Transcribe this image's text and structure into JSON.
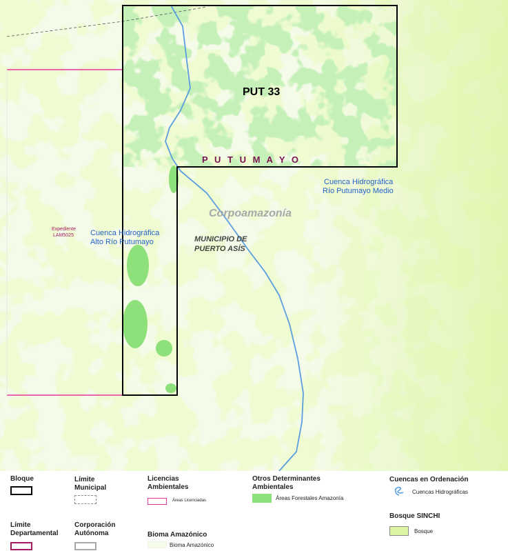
{
  "map": {
    "block_label": "PUT 33",
    "department_label": "P U T U M A Y O",
    "corporation_label": "Corpoamazonía",
    "municipality_label_1": "MUNICIPIO DE",
    "municipality_label_2": "PUERTO ASÍS",
    "basin_alto_1": "Cuenca Hidrográfica",
    "basin_alto_2": "Alto Río Putumayo",
    "basin_medio_1": "Cuenca Hidrográfica",
    "basin_medio_2": "Río Putumayo Medio",
    "expediente_1": "Expediente",
    "expediente_2": "LAM5025"
  },
  "legend": {
    "bloque": "Bloque",
    "limite_municipal": "Límite Municipal",
    "licencias_ambientales": "Licencias Ambientales",
    "areas_licenciadas": "Áreas Licenciadas",
    "otros_determinantes": "Otros Determinantes Ambientales",
    "areas_forestales": "Áreas Forestales Amazonía",
    "cuencas_ordenacion": "Cuencas en Ordenación",
    "cuencas_hidrograficas": "Cuencas Hidrográficas",
    "limite_departamental": "Límite Departamental",
    "corporacion_autonoma": "Corporación Autónoma",
    "bioma_amazonico_title": "Bioma Amazónico",
    "bioma_amazonico_item": "Bioma Amazónico",
    "bosque_sinchi": "Bosque SINCHI",
    "bosque": "Bosque"
  },
  "colors": {
    "bioma_background": "#f5fbe9",
    "bosque": "#dbf5a3",
    "areas_forestales": "#8ee07a",
    "river": "#5a9ee0",
    "license_line": "#e8359c",
    "department_line": "#a5195f",
    "block_border": "#000000",
    "label_blue": "#2563c9",
    "department_label": "#7a1450"
  },
  "icons": [
    "river-squiggle-icon"
  ]
}
